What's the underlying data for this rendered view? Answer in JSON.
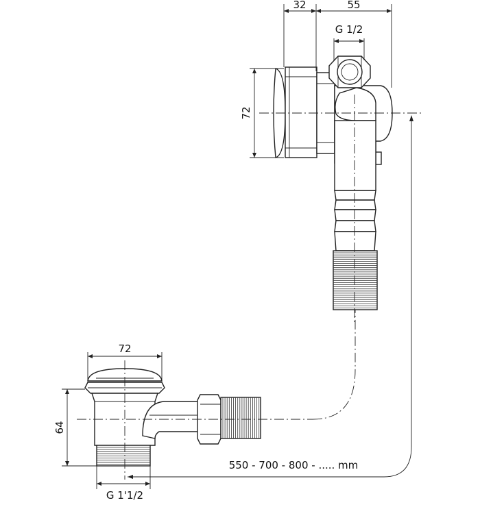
{
  "dimensions": {
    "overflow_depth": "32",
    "overflow_width": "55",
    "overflow_thread": "G 1/2",
    "overflow_height": "72",
    "drain_width": "72",
    "drain_height": "64",
    "drain_thread": "G 1'1/2",
    "hose_length": "550 - 700 - 800 - ..... mm"
  }
}
